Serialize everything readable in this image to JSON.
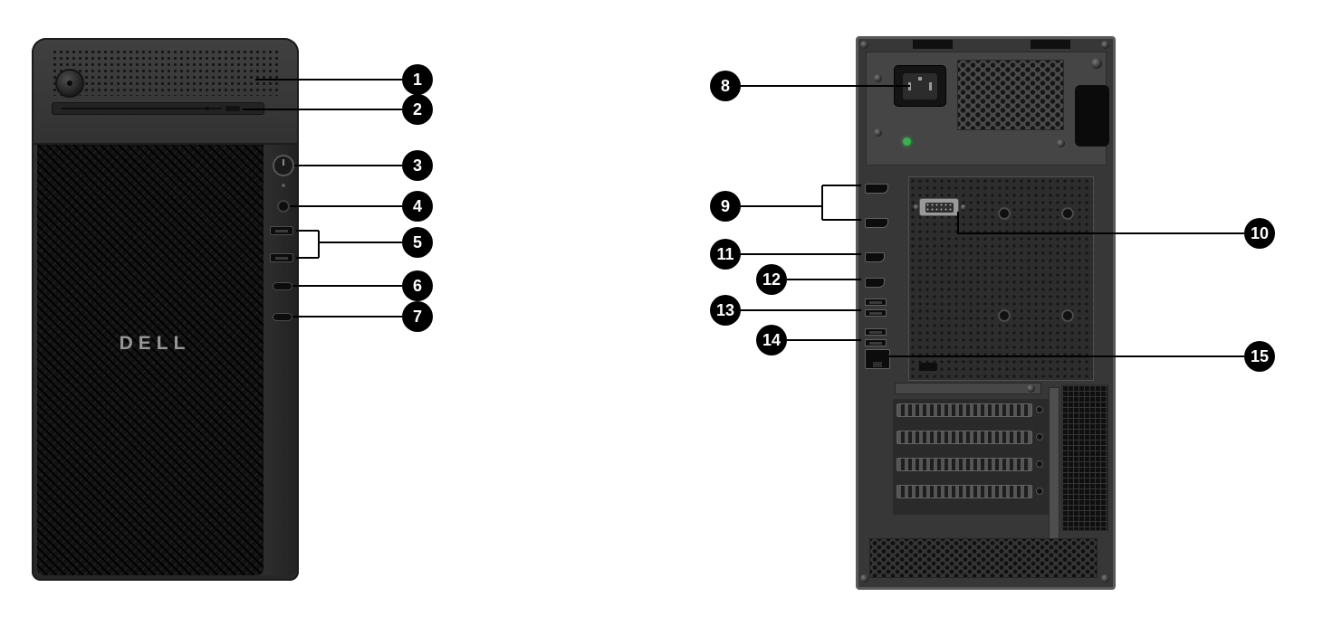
{
  "front_view": {
    "logo_text": "DELL"
  },
  "callouts": [
    {
      "number": "1"
    },
    {
      "number": "2"
    },
    {
      "number": "3"
    },
    {
      "number": "4"
    },
    {
      "number": "5"
    },
    {
      "number": "6"
    },
    {
      "number": "7"
    },
    {
      "number": "8"
    },
    {
      "number": "9"
    },
    {
      "number": "10"
    },
    {
      "number": "11"
    },
    {
      "number": "12"
    },
    {
      "number": "13"
    },
    {
      "number": "14"
    },
    {
      "number": "15"
    }
  ],
  "colors": {
    "background": "#ffffff",
    "callout_bg": "#000000",
    "callout_text": "#ffffff",
    "tower_body": "#2e2e2e",
    "psu_led_green": "#35b24a"
  }
}
